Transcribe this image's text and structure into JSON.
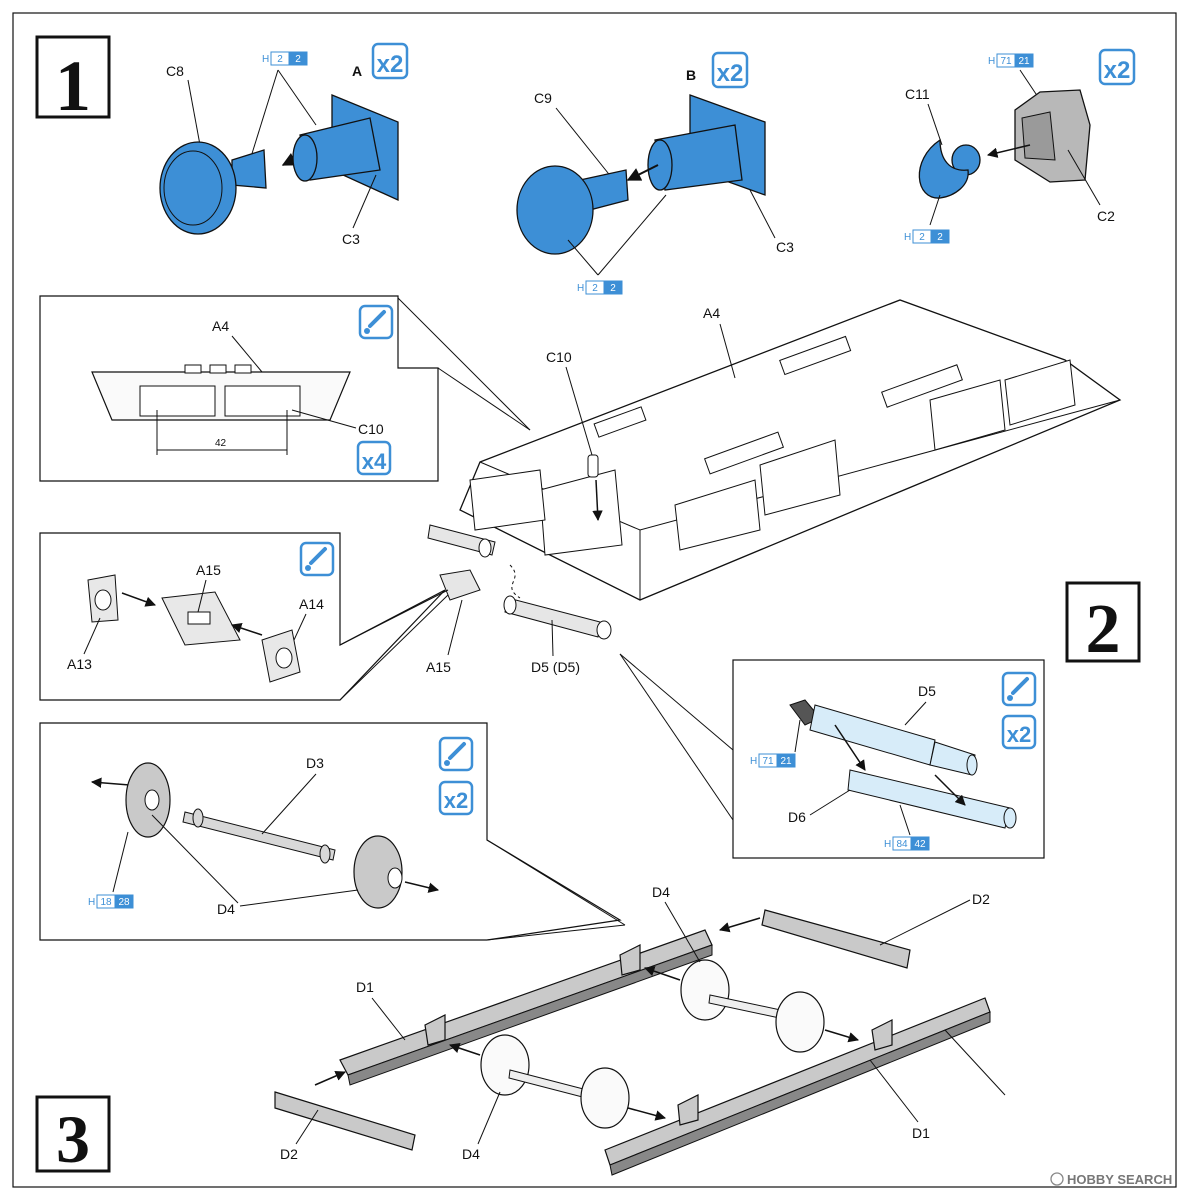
{
  "steps": {
    "s1": "1",
    "s2": "2",
    "s3": "3"
  },
  "multipliers": {
    "x2": "x2",
    "x4": "x4"
  },
  "labels": {
    "C8": "C8",
    "C3": "C3",
    "A": "A",
    "B": "B",
    "C9": "C9",
    "C11": "C11",
    "C2": "C2",
    "A4": "A4",
    "C10": "C10",
    "dim42": "42",
    "A13": "A13",
    "A15": "A15",
    "A14": "A14",
    "D5": "D5",
    "D5pair": "D5 (D5)",
    "D6": "D6",
    "D3": "D3",
    "D4": "D4",
    "D1": "D1",
    "D2": "D2"
  },
  "paints": {
    "h2_2": {
      "prefix": "H",
      "a": "2",
      "b": "2"
    },
    "h71_21": {
      "prefix": "H",
      "a": "71",
      "b": "21"
    },
    "h84_42": {
      "prefix": "H",
      "a": "84",
      "b": "42"
    },
    "h18_28": {
      "prefix": "H",
      "a": "18",
      "b": "28"
    }
  },
  "watermark": "HOBBY SEARCH",
  "colors": {
    "part_blue": "#3d8fd6",
    "grey_part": "#c9c9c9",
    "ink": "#111111"
  }
}
